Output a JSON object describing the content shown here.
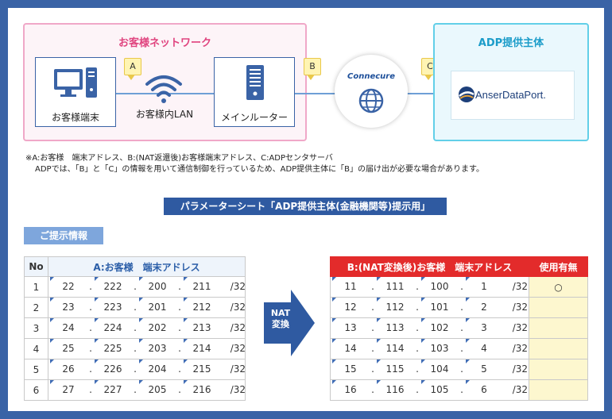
{
  "network": {
    "customer_title": "お客様ネットワーク",
    "adp_title": "ADP提供主体",
    "terminal_label": "お客様端末",
    "lan_label": "お客様内LAN",
    "router_label": "メインルーター",
    "tag_a": "A",
    "tag_b": "B",
    "tag_c": "C",
    "cloud_label": "Connecure",
    "logo_text": "AnserDataPort."
  },
  "notes": {
    "line1": "※A:お客様　端末アドレス、B:(NAT返還後)お客様端末アドレス、C:ADPセンタサーバ",
    "line2": "ADPでは、「B」と「C」の情報を用いて通信制御を行っているため、ADP提供主体に「B」の届け出が必要な場合があります。"
  },
  "sheet": {
    "title": "パラメーターシート「ADP提供主体(金融機関等)提示用」",
    "info_label": "ご提示情報",
    "nat_label_1": "NAT",
    "nat_label_2": "変換"
  },
  "table_a": {
    "header_no": "No",
    "header_addr": "A:お客様　端末アドレス",
    "rows": [
      {
        "no": "1",
        "o1": "22",
        "o2": "222",
        "o3": "200",
        "o4": "211",
        "mask": "/32"
      },
      {
        "no": "2",
        "o1": "23",
        "o2": "223",
        "o3": "201",
        "o4": "212",
        "mask": "/32"
      },
      {
        "no": "3",
        "o1": "24",
        "o2": "224",
        "o3": "202",
        "o4": "213",
        "mask": "/32"
      },
      {
        "no": "4",
        "o1": "25",
        "o2": "225",
        "o3": "203",
        "o4": "214",
        "mask": "/32"
      },
      {
        "no": "5",
        "o1": "26",
        "o2": "226",
        "o3": "204",
        "o4": "215",
        "mask": "/32"
      },
      {
        "no": "6",
        "o1": "27",
        "o2": "227",
        "o3": "205",
        "o4": "216",
        "mask": "/32"
      }
    ]
  },
  "table_b": {
    "header_addr": "B:(NAT変換後)お客様　端末アドレス",
    "header_use": "使用有無",
    "rows": [
      {
        "o1": "11",
        "o2": "111",
        "o3": "100",
        "o4": "1",
        "mask": "/32",
        "use": "○"
      },
      {
        "o1": "12",
        "o2": "112",
        "o3": "101",
        "o4": "2",
        "mask": "/32",
        "use": ""
      },
      {
        "o1": "13",
        "o2": "113",
        "o3": "102",
        "o4": "3",
        "mask": "/32",
        "use": ""
      },
      {
        "o1": "14",
        "o2": "114",
        "o3": "103",
        "o4": "4",
        "mask": "/32",
        "use": ""
      },
      {
        "o1": "15",
        "o2": "115",
        "o3": "104",
        "o4": "5",
        "mask": "/32",
        "use": ""
      },
      {
        "o1": "16",
        "o2": "116",
        "o3": "105",
        "o4": "6",
        "mask": "/32",
        "use": ""
      }
    ]
  },
  "colors": {
    "frame": "#3a63a6",
    "customer_border": "#f0a8c8",
    "adp_border": "#62cfe8",
    "header_red": "#e32b2b",
    "title_blue": "#2f5aa1"
  }
}
